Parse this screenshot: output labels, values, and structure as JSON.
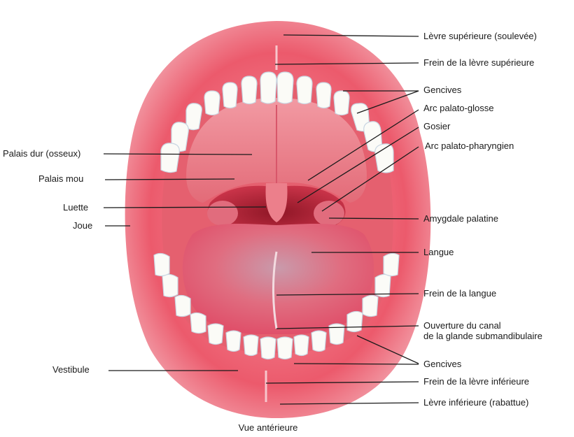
{
  "labels": {
    "levre_superieure": "Lèvre supérieure (soulevée)",
    "frein_levre_superieure": "Frein de la lèvre supérieure",
    "gencives_haut": "Gencives",
    "arc_palato_glosse": "Arc palato-glosse",
    "gosier": "Gosier",
    "arc_palato_pharyngien": "Arc palato-pharyngien",
    "palais_dur": "Palais dur (osseux)",
    "palais_mou": "Palais mou",
    "luette": "Luette",
    "joue": "Joue",
    "amygdale_palatine": "Amygdale palatine",
    "langue": "Langue",
    "frein_langue": "Frein de la langue",
    "ouverture_canal_1": "Ouverture du canal",
    "ouverture_canal_2": "de la glande submandibulaire",
    "vestibule": "Vestibule",
    "gencives_bas": "Gencives",
    "frein_levre_inferieure": "Frein de la lèvre inférieure",
    "levre_inferieure": "Lèvre inférieure (rabattue)"
  },
  "caption": "Vue antérieure",
  "colors": {
    "lip_outer": "#e84a5f",
    "lip_inner": "#f08a96",
    "gum": "#f2a0a8",
    "palate": "#e87580",
    "throat": "#b8283a",
    "tongue": "#e86a7a",
    "tongue_center": "#c7889a",
    "tooth": "#fbfbf7",
    "tooth_shadow": "#c9d6e2",
    "leader": "#1a1a1a"
  }
}
